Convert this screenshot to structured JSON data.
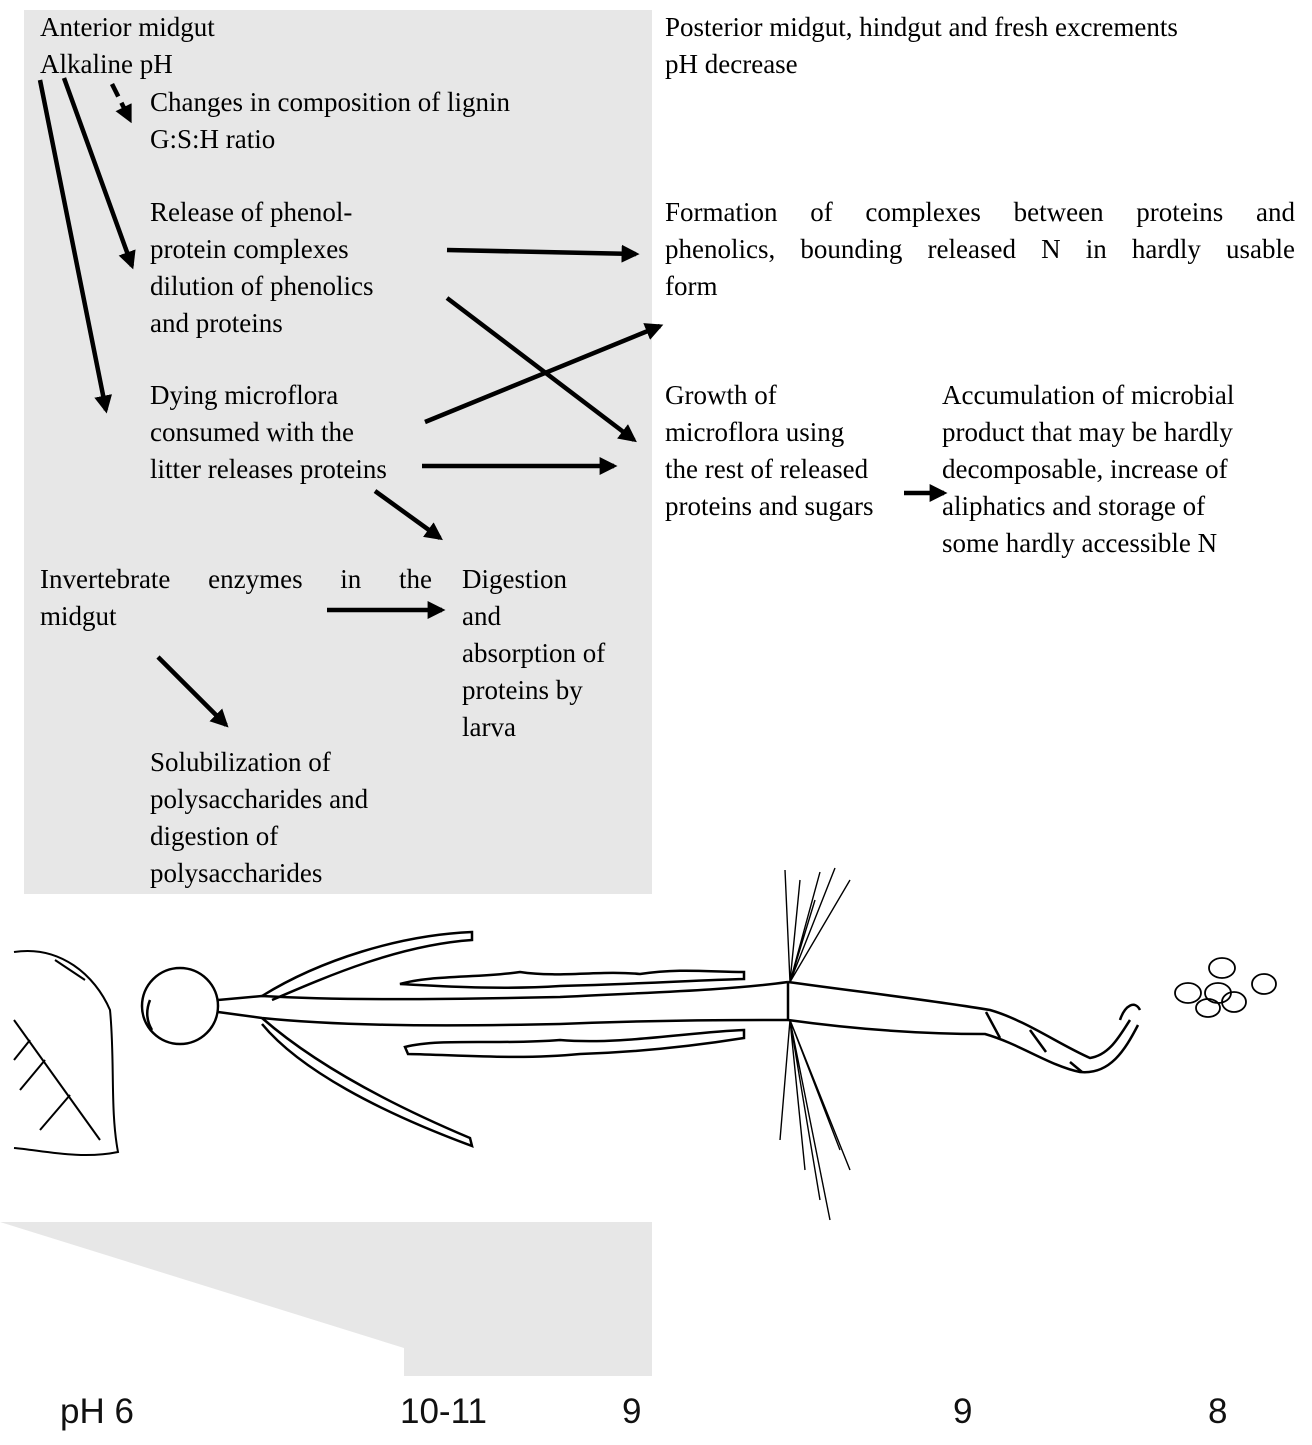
{
  "anterior": {
    "title": "Anterior midgut",
    "ph_label": "Alkaline pH",
    "lignin_text": "Changes in composition of lignin\nG:S:H ratio",
    "release_text": "Release of phenol-\nprotein complexes\ndilution of phenolics\nand proteins",
    "dying_text": "Dying microflora\nconsumed with the\nlitter releases proteins",
    "enzymes_line1": "Invertebrate enzymes in the",
    "enzymes_line2": "midgut",
    "digestion_text": "Digestion\nand\nabsorption of\nproteins by\nlarva",
    "solubilization_text": "Solubilization of\npolysaccharides and\ndigestion of\npolysaccharides"
  },
  "posterior": {
    "title": "Posterior midgut,  hindgut and fresh excrements",
    "ph_label": "pH decrease",
    "complexes_line1": "Formation of complexes between proteins and",
    "complexes_line2": "phenolics, bounding released N in hardly usable",
    "complexes_line3": "form",
    "growth_text": "Growth of\nmicroflora using\nthe rest of released\nproteins and sugars",
    "accumulation_text": "Accumulation of microbial\nproduct that may be hardly\ndecomposable, increase of\naliphatics and storage of\nsome hardly accessible N"
  },
  "ph_scale": [
    "pH 6",
    "10-11",
    "9",
    "9",
    "8"
  ],
  "colors": {
    "panel": "#e7e7e7",
    "ink": "#000000"
  }
}
